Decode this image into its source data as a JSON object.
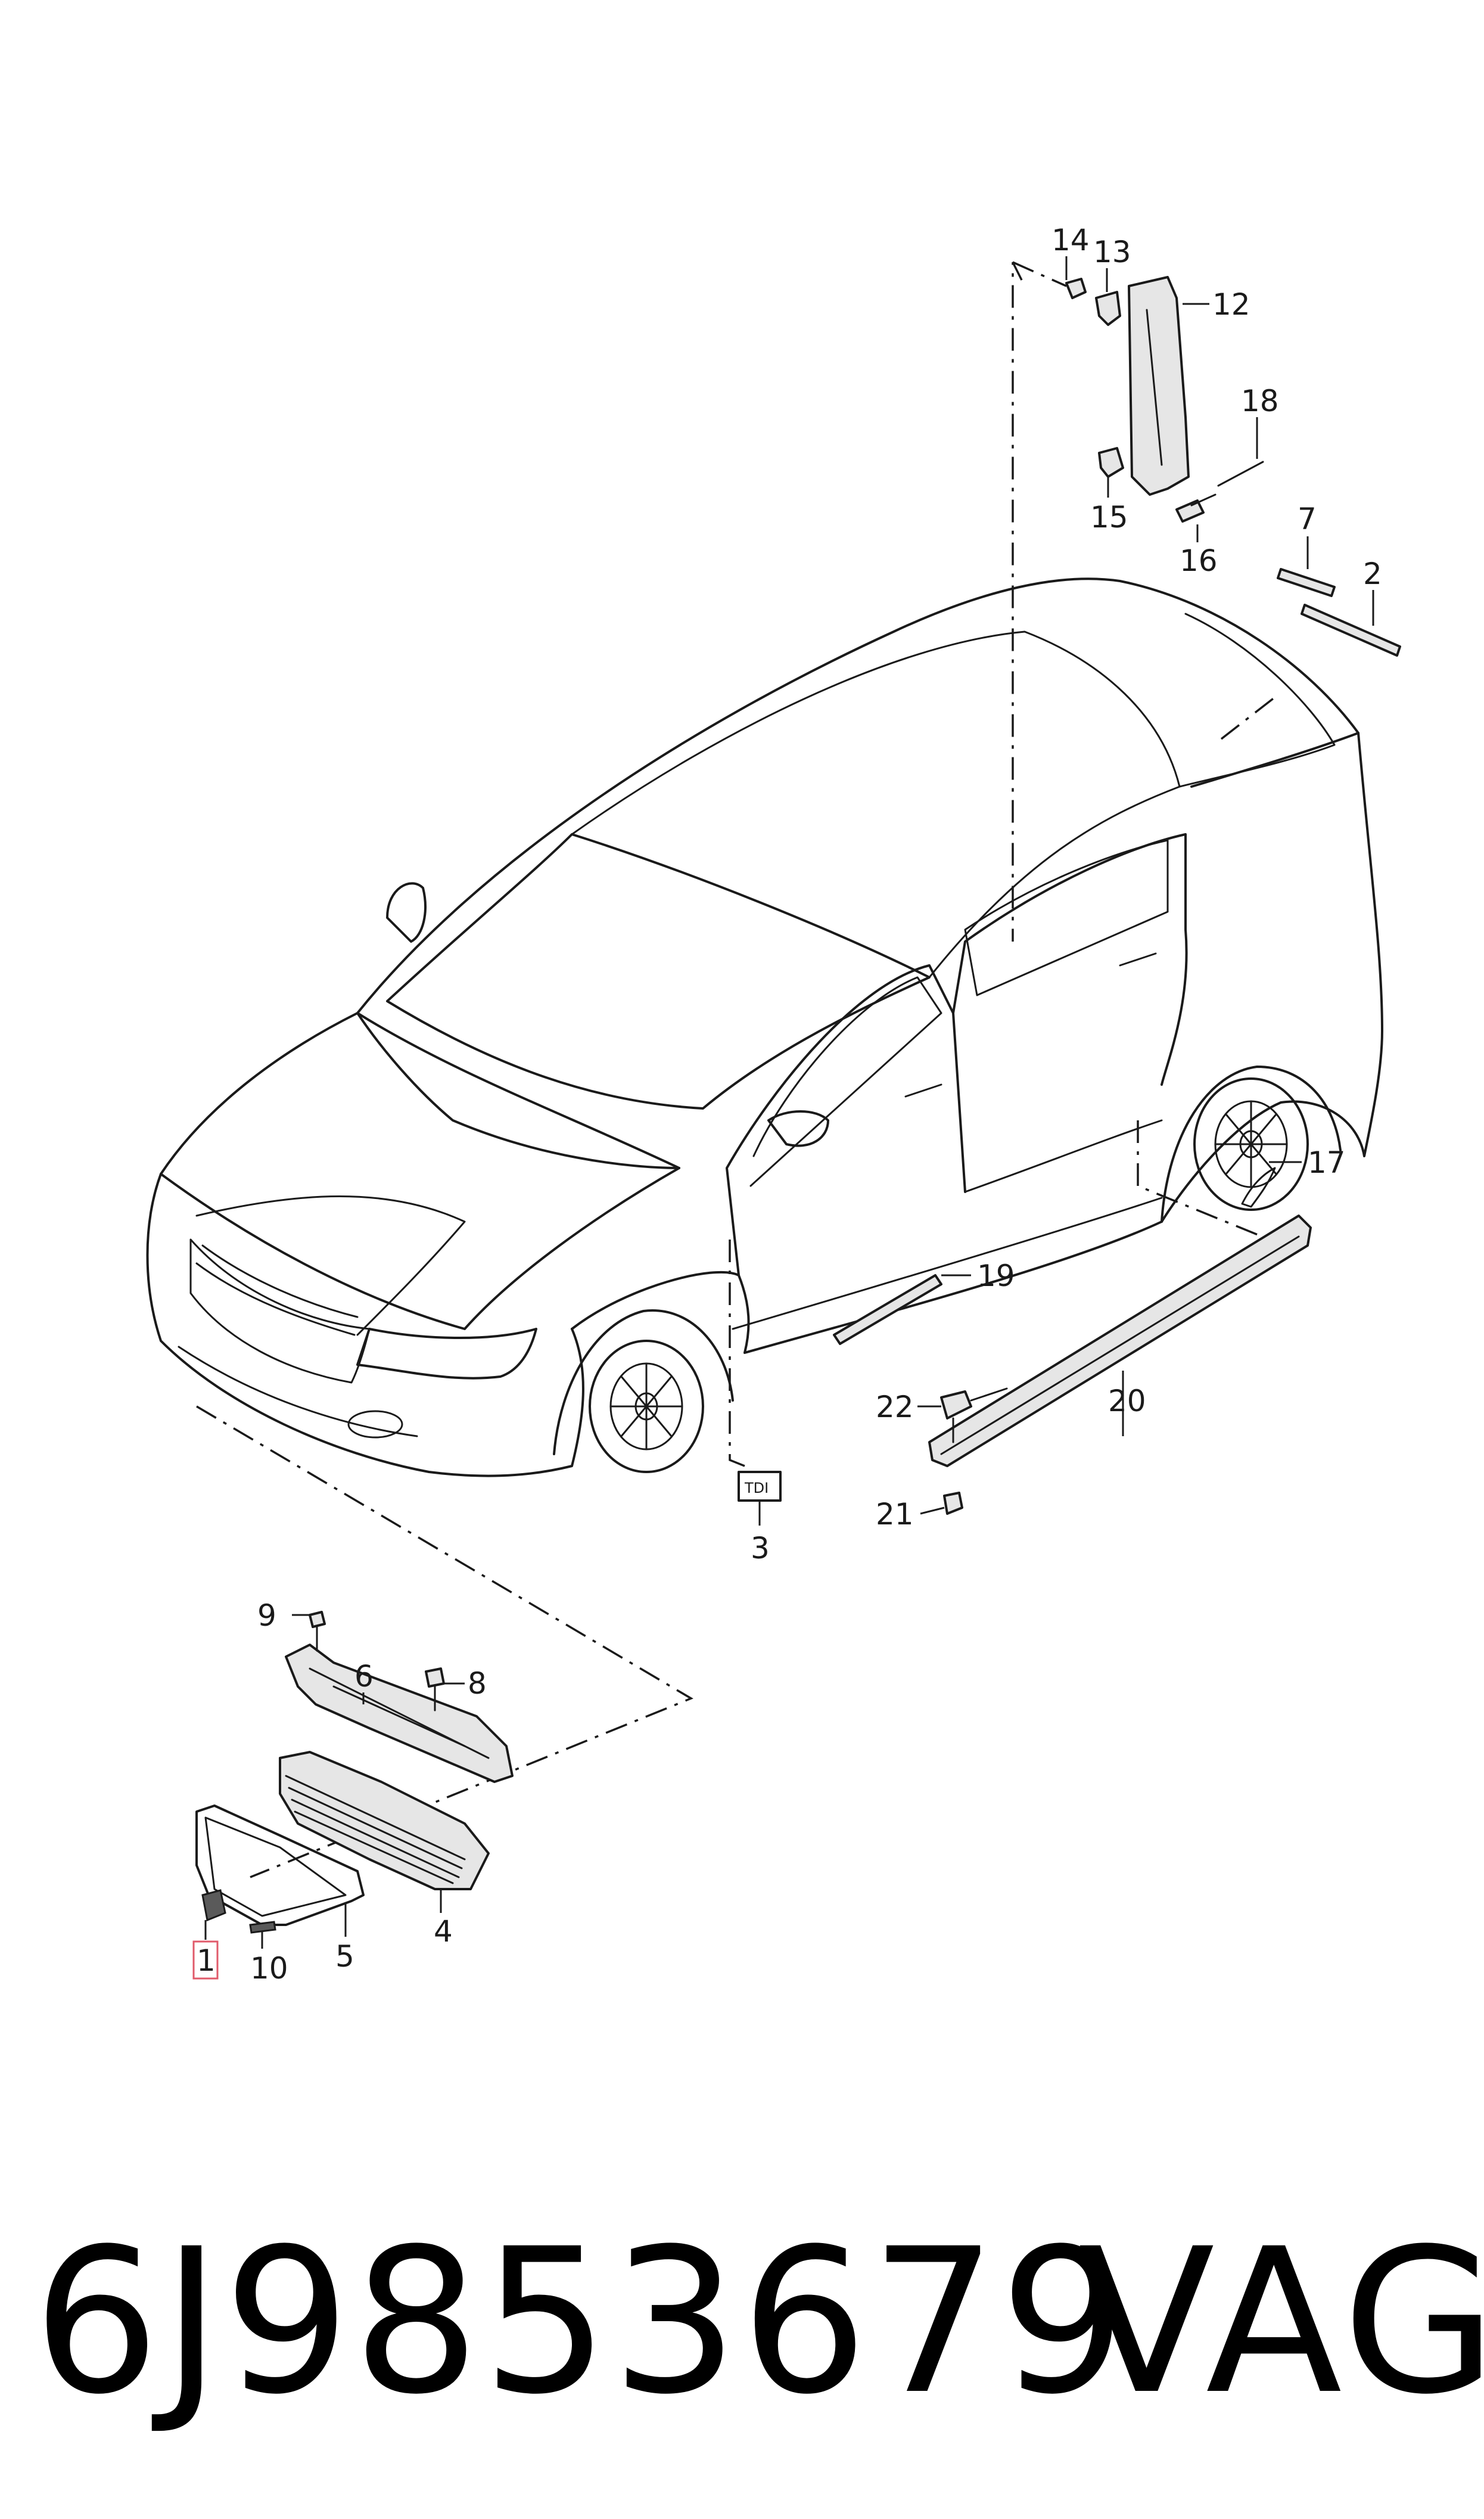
{
  "callouts": {
    "c1": "1",
    "c2": "2",
    "c3": "3",
    "c4": "4",
    "c5": "5",
    "c6": "6",
    "c7": "7",
    "c8": "8",
    "c9": "9",
    "c10": "10",
    "c12": "12",
    "c13": "13",
    "c14": "14",
    "c15": "15",
    "c16": "16",
    "c17": "17",
    "c18": "18",
    "c19": "19",
    "c20": "20",
    "c21": "21",
    "c22": "22"
  },
  "badge_text": "TDI",
  "highlighted_callout": "1",
  "highlight_color": "#e05a6a",
  "footer": {
    "part_number": "6J9853679",
    "brand": "VAG"
  }
}
